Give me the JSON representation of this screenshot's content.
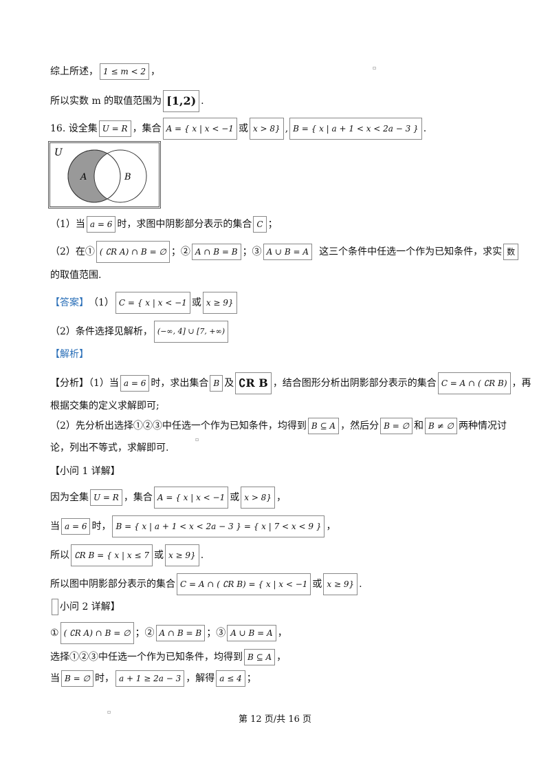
{
  "l1": {
    "t1": "综上所述，",
    "b1": "1 ≤ m < 2",
    "t2": "，"
  },
  "l2": {
    "t1": "所以实数  m 的取值范围为",
    "b1": "[1,2)",
    "t2": " ."
  },
  "l3": {
    "t1": "16. 设全集",
    "b1": "U = R",
    "t2": "，集合",
    "b2": "A = { x | x < −1",
    "t3": " 或",
    "b3": "x > 8}",
    "t4": " ,",
    "b4": "B = { x | a + 1 < x < 2a − 3 }",
    "t5": " ."
  },
  "venn": {
    "u": "U",
    "a": "A",
    "b": "B"
  },
  "l4": {
    "t1": "（1）当",
    "b1": "a = 6",
    "t2": "时，求图中阴影部分表示的集合",
    "b2": "C",
    "t3": "；"
  },
  "l5": {
    "t1": "（2）在①",
    "b1": "( ∁R A) ∩ B = ∅",
    "t2": "；②",
    "b2": "A ∩ B = B",
    "t3": "；③",
    "b3": "A ∪ B = A",
    "t4": "这三个条件中任选一个作为已知条件，求实",
    "b4": "数"
  },
  "l6": {
    "t1": "的取值范围."
  },
  "l7": {
    "t1": "【答案】",
    "t2": "（1）",
    "b1": "C = { x | x < −1",
    "t3": " 或",
    "b2": "x ≥ 9}"
  },
  "l8": {
    "t1": "（2）条件选择见解析，",
    "b1": "(−∞, 4] ∪ [7, +∞)"
  },
  "l9": {
    "t1": "【解析】"
  },
  "l10": {
    "t1": "【分析】（1）当",
    "b1": "a = 6",
    "t2": "时，求出集合",
    "b2": "B",
    "t3": " 及",
    "b3": "∁R B",
    "t4": "，结合图形分析出阴影部分表示的集合",
    "b4": "C = A ∩ ( ∁R B)",
    "t5": "，再"
  },
  "l11": {
    "t1": "根据交集的定义求解即可;"
  },
  "l12": {
    "t1": "（2）先分析出选择①②③中任选一个作为已知条件，均得到",
    "b1": "B ⊆ A",
    "t2": "，然后分",
    "b2": "B = ∅",
    "t3": " 和",
    "b3": "B ≠ ∅",
    "t4": " 两种情况讨"
  },
  "l13": {
    "t1": "论，列出不等式，求解即可."
  },
  "l14": {
    "t1": "【小问 1 详解】"
  },
  "l15": {
    "t1": "因为全集",
    "b1": "U = R",
    "t2": "，集合",
    "b2": "A = { x | x < −1",
    "t3": " 或",
    "b3": "x > 8}",
    "t4": " ，"
  },
  "l16": {
    "t1": "当",
    "b1": "a = 6",
    "t2": "时，",
    "b2": "B = { x | a + 1 < x < 2a − 3 } = { x | 7 < x < 9 }",
    "t3": " ，"
  },
  "l17": {
    "t1": "所以",
    "b1": "∁R B = { x | x ≤ 7",
    "t2": " 或",
    "b2": "x ≥ 9}",
    "t3": " ."
  },
  "l18": {
    "t1": "所以图中阴影部分表示的集合",
    "b1": "C = A ∩ ( ∁R B) = { x | x < −1",
    "t2": " 或",
    "b2": "x ≥ 9}",
    "t3": " ."
  },
  "l19": {
    "t1": "小问 2 详解】"
  },
  "l20": {
    "t1": "①",
    "b1": "( ∁R A) ∩ B = ∅",
    "t2": "；②",
    "b2": "A ∩ B = B",
    "t3": "；③",
    "b3": "A ∪ B = A",
    "t4": " ，"
  },
  "l21": {
    "t1": "选择①②③中任选一个作为已知条件，均得到",
    "b1": "B ⊆ A",
    "t2": "，"
  },
  "l22": {
    "t1": "当",
    "b1": "B = ∅",
    "t2": "时，",
    "b2": "a + 1 ≥ 2a − 3",
    "t3": "，解得",
    "b3": "a ≤ 4",
    "t4": "；"
  },
  "footer": "第 12 页/共 16 页"
}
